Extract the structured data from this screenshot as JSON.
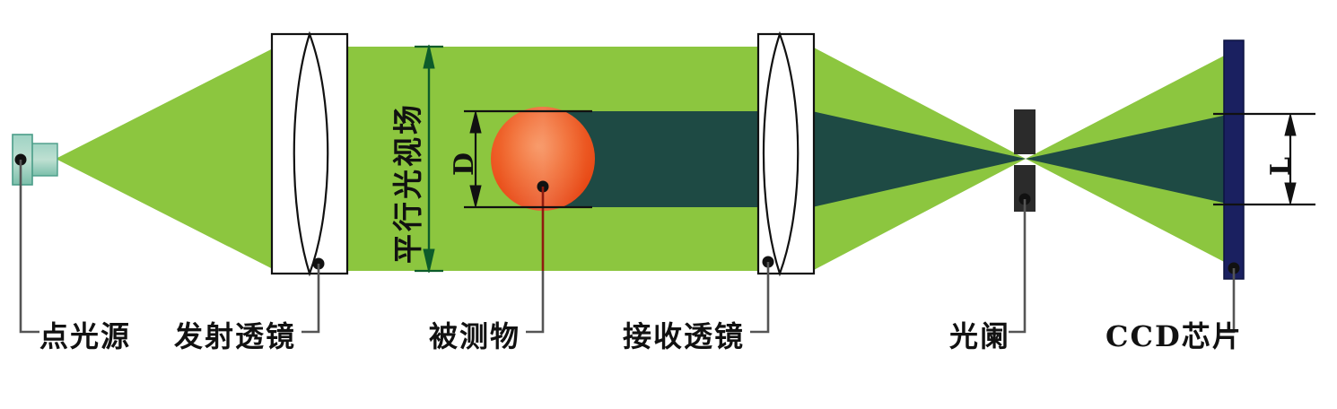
{
  "diagram": {
    "title": "Parallel light optical measurement system schematic",
    "colors": {
      "beam_green": "#8cc63f",
      "beam_green_dark": "#1b7a33",
      "shadow_teal": "#1e4a44",
      "sphere_orange": "#ef4f21",
      "sphere_highlight": "#f4743c",
      "ccd_navy": "#1a2060",
      "aperture_dark": "#2b2b2b",
      "source_teal": "#6ab7a4",
      "leader_gray": "#555555",
      "fov_arrow_green": "#0d5c2a",
      "sphere_leader_red": "#8e1b0f"
    },
    "labels": [
      {
        "id": "point-light-source",
        "text": "点光源"
      },
      {
        "id": "emitting-lens",
        "text": "发射透镜"
      },
      {
        "id": "measured-object",
        "text": "被测物"
      },
      {
        "id": "receiving-lens",
        "text": "接收透镜"
      },
      {
        "id": "aperture",
        "text": "光阑"
      },
      {
        "id": "ccd-chip",
        "text": "CCD芯片"
      }
    ],
    "annotations": {
      "field_of_view": "平行光视场",
      "object_diameter": "D",
      "image_length": "L"
    }
  }
}
